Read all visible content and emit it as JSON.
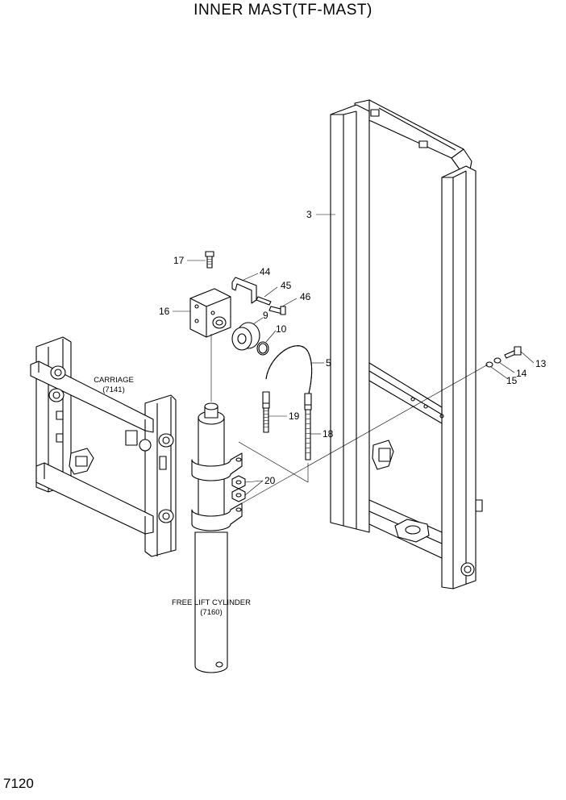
{
  "title": "INNER MAST(TF-MAST)",
  "page_number": "7120",
  "callouts": {
    "c3": "3",
    "c5": "5",
    "c9": "9",
    "c10": "10",
    "c13": "13",
    "c14": "14",
    "c15": "15",
    "c16": "16",
    "c17": "17",
    "c18": "18",
    "c19": "19",
    "c20": "20",
    "c44": "44",
    "c45": "45",
    "c46": "46"
  },
  "references": {
    "carriage_name": "CARRIAGE",
    "carriage_code": "(7141)",
    "cylinder_name": "FREE LIFT CYLINDER",
    "cylinder_code": "(7160)"
  }
}
